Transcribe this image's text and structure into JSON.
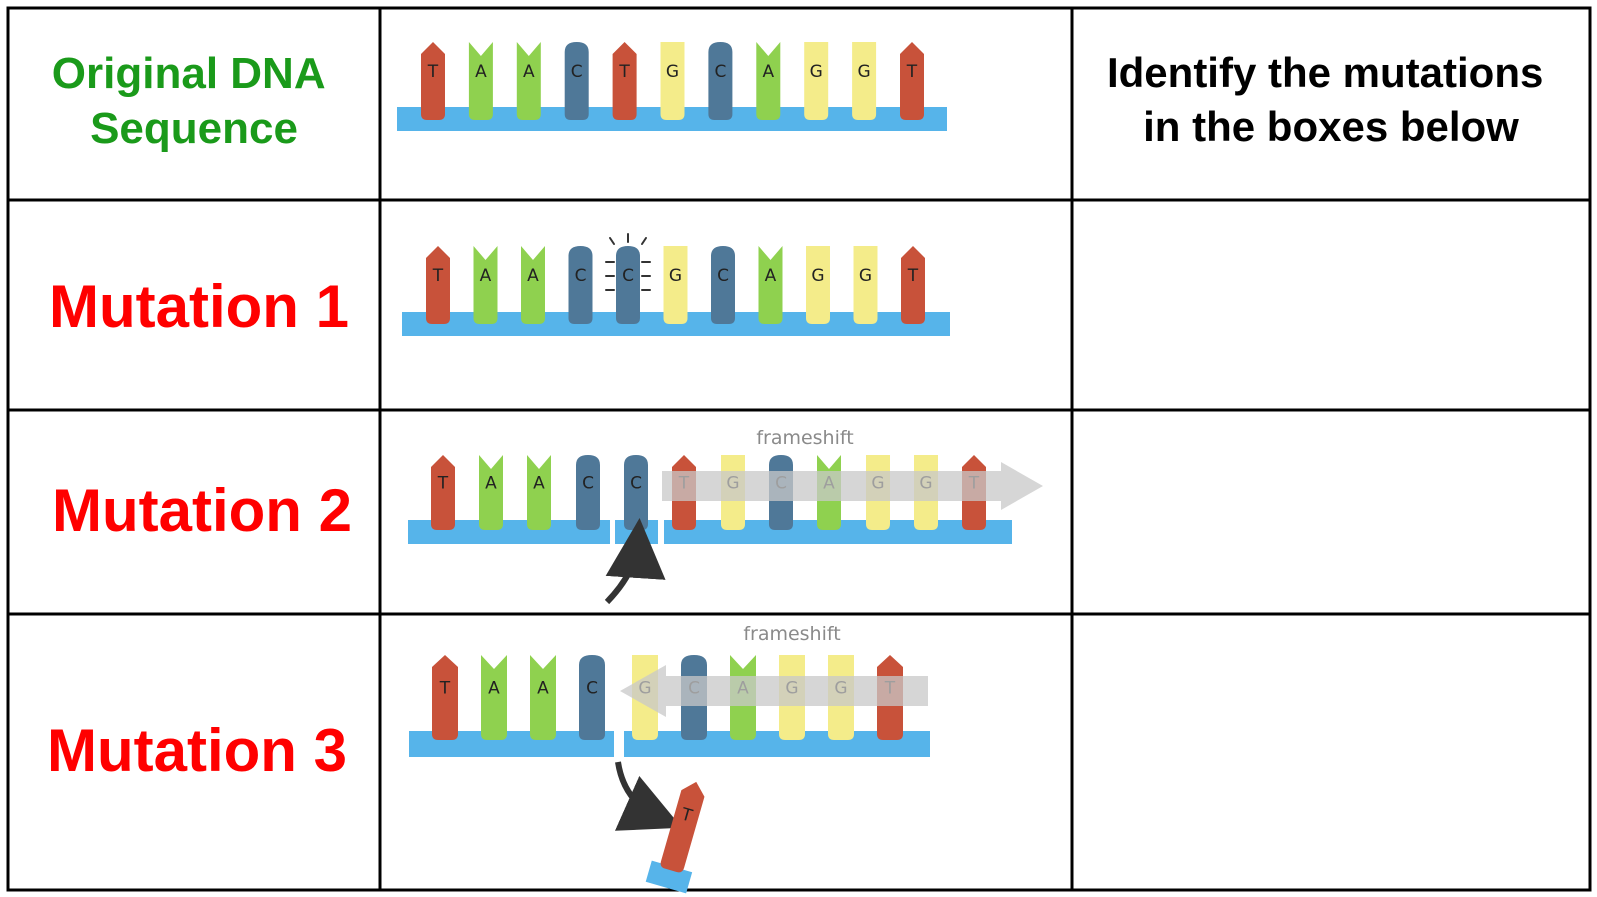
{
  "header": {
    "label_lines": [
      "Original DNA",
      "Sequence"
    ],
    "instruction_lines": [
      "Identify the mutations",
      "in the boxes below"
    ]
  },
  "rows": [
    {
      "label": "Mutation 1"
    },
    {
      "label": "Mutation 2"
    },
    {
      "label": "Mutation 3"
    }
  ],
  "frameshift_label": "frameshift",
  "sequences": {
    "original": [
      "T",
      "A",
      "A",
      "C",
      "T",
      "G",
      "C",
      "A",
      "G",
      "G",
      "T"
    ],
    "mutation1": [
      "T",
      "A",
      "A",
      "C",
      "C",
      "G",
      "C",
      "A",
      "G",
      "G",
      "T"
    ],
    "mutation2": [
      "T",
      "A",
      "A",
      "C",
      "C",
      "T",
      "G",
      "C",
      "A",
      "G",
      "G",
      "T"
    ],
    "mutation3": [
      "T",
      "A",
      "A",
      "C",
      "G",
      "C",
      "A",
      "G",
      "G",
      "T"
    ],
    "mutation3_removed": "T"
  },
  "colors": {
    "T": "#c8523a",
    "A": "#8fd14f",
    "C": "#4f7898",
    "G": "#f4ec8a",
    "backbone": "#56b4ea",
    "header_label": "#1a9a1a",
    "mutation_label": "#ff0000",
    "instruction": "#000000",
    "frameshift_arrow": "#c8c8c8",
    "curved_arrow": "#333333"
  }
}
